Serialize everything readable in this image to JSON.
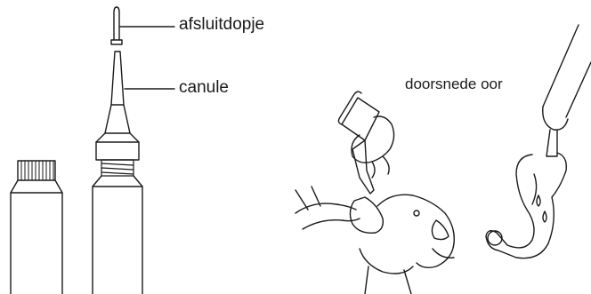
{
  "labels": {
    "cap": "afsluitdopje",
    "cannula": "canule",
    "ear_section": "doorsnede oor"
  },
  "colors": {
    "ink": "#1a1a1a",
    "background": "#ffffff"
  }
}
